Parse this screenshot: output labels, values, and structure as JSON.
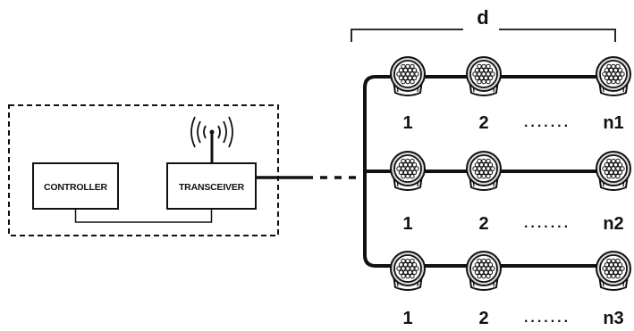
{
  "diagram": {
    "controller_label": "CONTROLLER",
    "transceiver_label": "TRANSCEIVER",
    "dimension_label": "d",
    "ellipsis": ".......",
    "rows": [
      {
        "labels": [
          "1",
          "2",
          "n1"
        ]
      },
      {
        "labels": [
          "1",
          "2",
          "n2"
        ]
      },
      {
        "labels": [
          "1",
          "2",
          "n3"
        ]
      }
    ]
  },
  "colors": {
    "line": "#111111",
    "fixture_fill": "#ffffff",
    "fixture_shadow": "#d9d9d9"
  },
  "icons": {
    "antenna": "antenna-icon",
    "fixture": "light-fixture-icon"
  }
}
